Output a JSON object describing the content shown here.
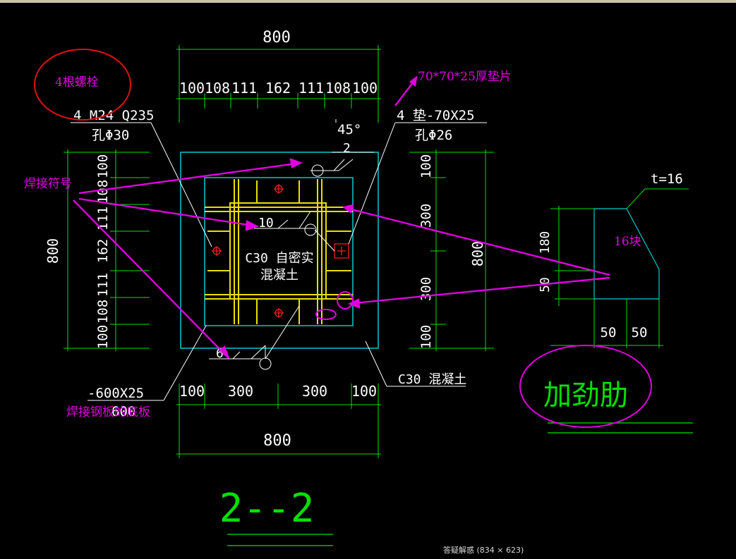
{
  "dims": {
    "top_total": "800",
    "top_segments": [
      "100",
      "108",
      "111",
      "162",
      "111",
      "108",
      "100"
    ],
    "bottom_segments": [
      "100",
      "300",
      "300",
      "100"
    ],
    "bottom_total": "800",
    "left_total": "800",
    "left_segments": [
      "100",
      "108",
      "111",
      "162",
      "111",
      "108",
      "100"
    ],
    "right_total": "800",
    "right_segments": [
      "100",
      "300",
      "300",
      "100"
    ],
    "stiff_h1": "180",
    "stiff_h2": "50",
    "stiff_w1": "50",
    "stiff_w2": "50"
  },
  "labels": {
    "bolt_spec": "4 M24 Q235",
    "bolt_hole": "孔Φ30",
    "washer_spec": "4 垫-70X25",
    "washer_hole": "孔Φ26",
    "angle": "45°",
    "weld_2": "2",
    "weld_10": "10",
    "weld_6": "6",
    "concrete_inner_1": "C30 自密实",
    "concrete_inner_2": "混凝土",
    "concrete_outer": "C30 混凝土",
    "plate_spec": "-600X25",
    "plate_width": "600",
    "thickness": "t=16",
    "section": "2--2",
    "stiffener_title": "加劲肋"
  },
  "annotations": {
    "bolts": "4根螺栓",
    "washer": "70*70*25厚垫片",
    "weld_symbol": "焊接符号",
    "count": "16块",
    "base_plate": "焊接钢板的底板"
  },
  "status_bar": "答疑解惑 (834 × 623)"
}
